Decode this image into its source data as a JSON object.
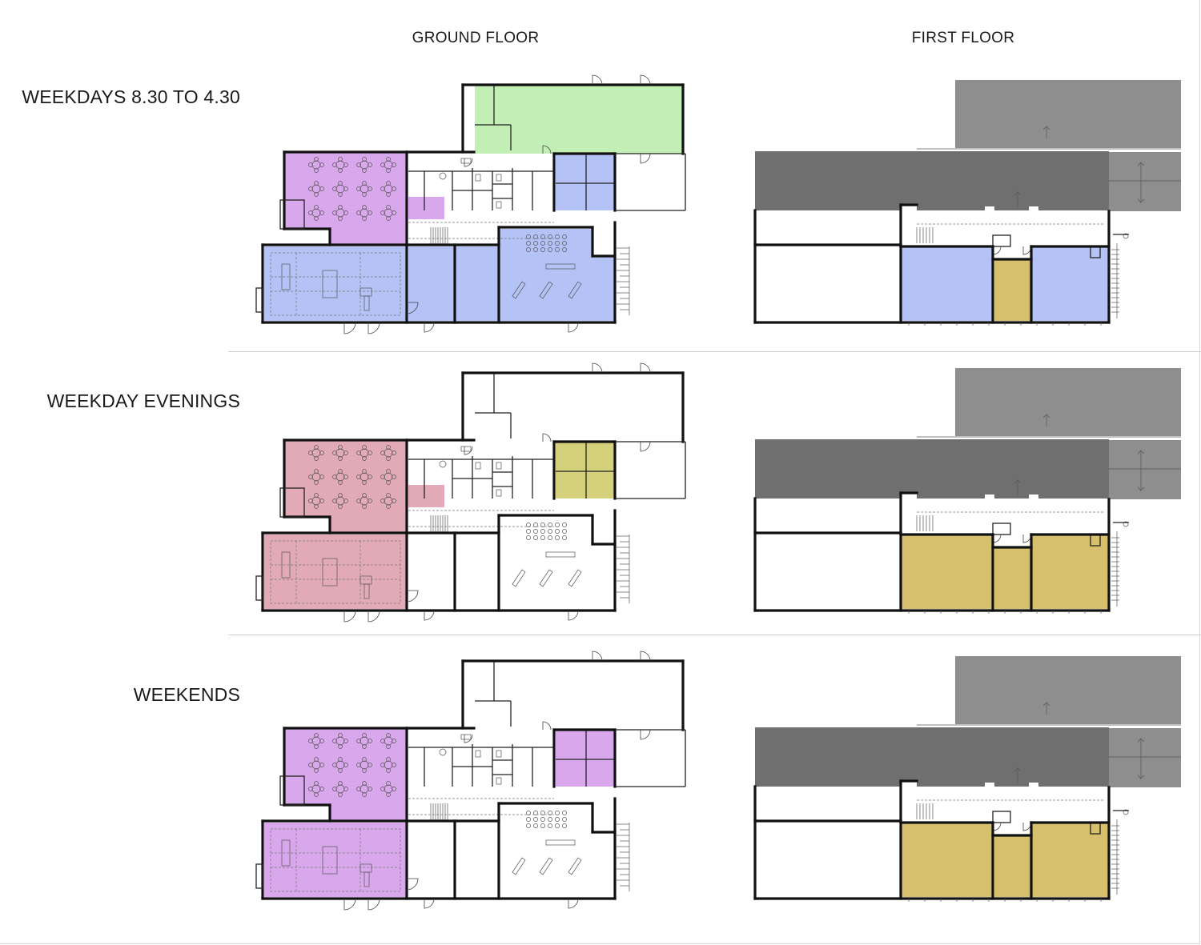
{
  "headers": {
    "ground_floor": "GROUND FLOOR",
    "first_floor": "FIRST FLOOR"
  },
  "scenarios": [
    {
      "label": "WEEKDAYS 8.30 TO 4.30",
      "ground": {
        "hall": "#c2efb6",
        "cafe": "#d9a8ec",
        "store": "#d9a8ec",
        "rooms_a": "#b4c2f6",
        "rooms_b": "#b4c2f6",
        "main": "#b4c2f6",
        "mid1": "#b4c2f6",
        "mid2": "#b4c2f6",
        "east": "#b4c2f6"
      },
      "first": {
        "left": "#b4c2f6",
        "middle": "#d6bf6d",
        "right": "#b4c2f6"
      }
    },
    {
      "label": "WEEKDAY EVENINGS",
      "ground": {
        "hall": "#ffffff",
        "cafe": "#e2aab6",
        "store": "#e2aab6",
        "rooms_a": "#d5d07c",
        "rooms_b": "#d5d07c",
        "main": "#e2aab6",
        "mid1": "#ffffff",
        "mid2": "#ffffff",
        "east": "#ffffff"
      },
      "first": {
        "left": "#d6bf6d",
        "middle": "#d6bf6d",
        "right": "#d6bf6d"
      }
    },
    {
      "label": "WEEKENDS",
      "ground": {
        "hall": "#ffffff",
        "cafe": "#d9a8ec",
        "store": "#ffffff",
        "rooms_a": "#d9a8ec",
        "rooms_b": "#d9a8ec",
        "main": "#d9a8ec",
        "mid1": "#ffffff",
        "mid2": "#ffffff",
        "east": "#ffffff"
      },
      "first": {
        "left": "#d6bf6d",
        "middle": "#d6bf6d",
        "right": "#d6bf6d"
      }
    }
  ],
  "roof_colors": {
    "light": "#8e8e8e",
    "dark": "#6f6f6f"
  }
}
